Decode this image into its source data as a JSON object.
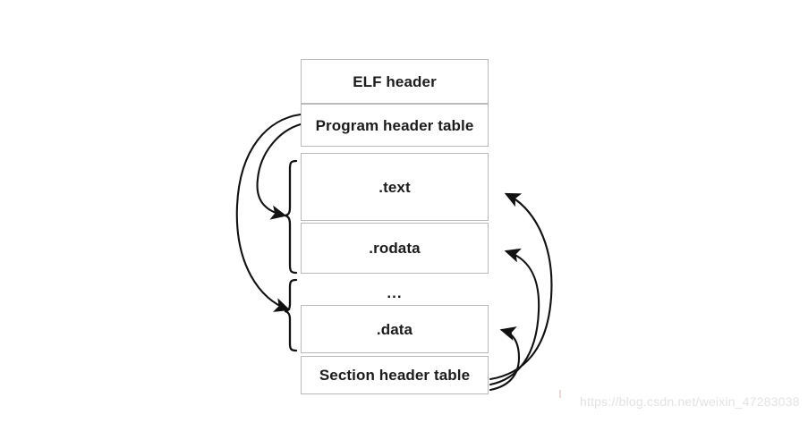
{
  "diagram": {
    "title": "ELF relocatable object file layout",
    "type": "block-diagram",
    "background_color": "#ffffff",
    "box_border_color": "#b9b9b9",
    "text_color": "#1c1c1c",
    "arrow_color": "#111111",
    "watermark": "https://blog.csdn.net/weixin_47283038",
    "sections": [
      {
        "id": "elf-header",
        "label": "ELF header"
      },
      {
        "id": "program-header",
        "label": "Program header table"
      },
      {
        "id": "text",
        "label": ".text"
      },
      {
        "id": "rodata",
        "label": ".rodata"
      },
      {
        "id": "ellipsis",
        "label": "..."
      },
      {
        "id": "data",
        "label": ".data"
      },
      {
        "id": "section-header",
        "label": "Section header table"
      }
    ],
    "braces": [
      {
        "id": "brace-segment-1",
        "groups": [
          "text",
          "rodata"
        ]
      },
      {
        "id": "brace-segment-2",
        "groups": [
          "ellipsis",
          "data"
        ]
      }
    ],
    "arrows": [
      {
        "id": "arrow-program-header-to-segment-1",
        "from": "program-header",
        "to": "brace-segment-1",
        "side": "left"
      },
      {
        "id": "arrow-program-header-to-segment-2",
        "from": "program-header",
        "to": "brace-segment-2",
        "side": "left"
      },
      {
        "id": "arrow-section-header-to-text",
        "from": "section-header",
        "to": "text",
        "side": "right"
      },
      {
        "id": "arrow-section-header-to-rodata",
        "from": "section-header",
        "to": "rodata",
        "side": "right"
      },
      {
        "id": "arrow-section-header-to-data",
        "from": "section-header",
        "to": "data",
        "side": "right"
      }
    ]
  }
}
